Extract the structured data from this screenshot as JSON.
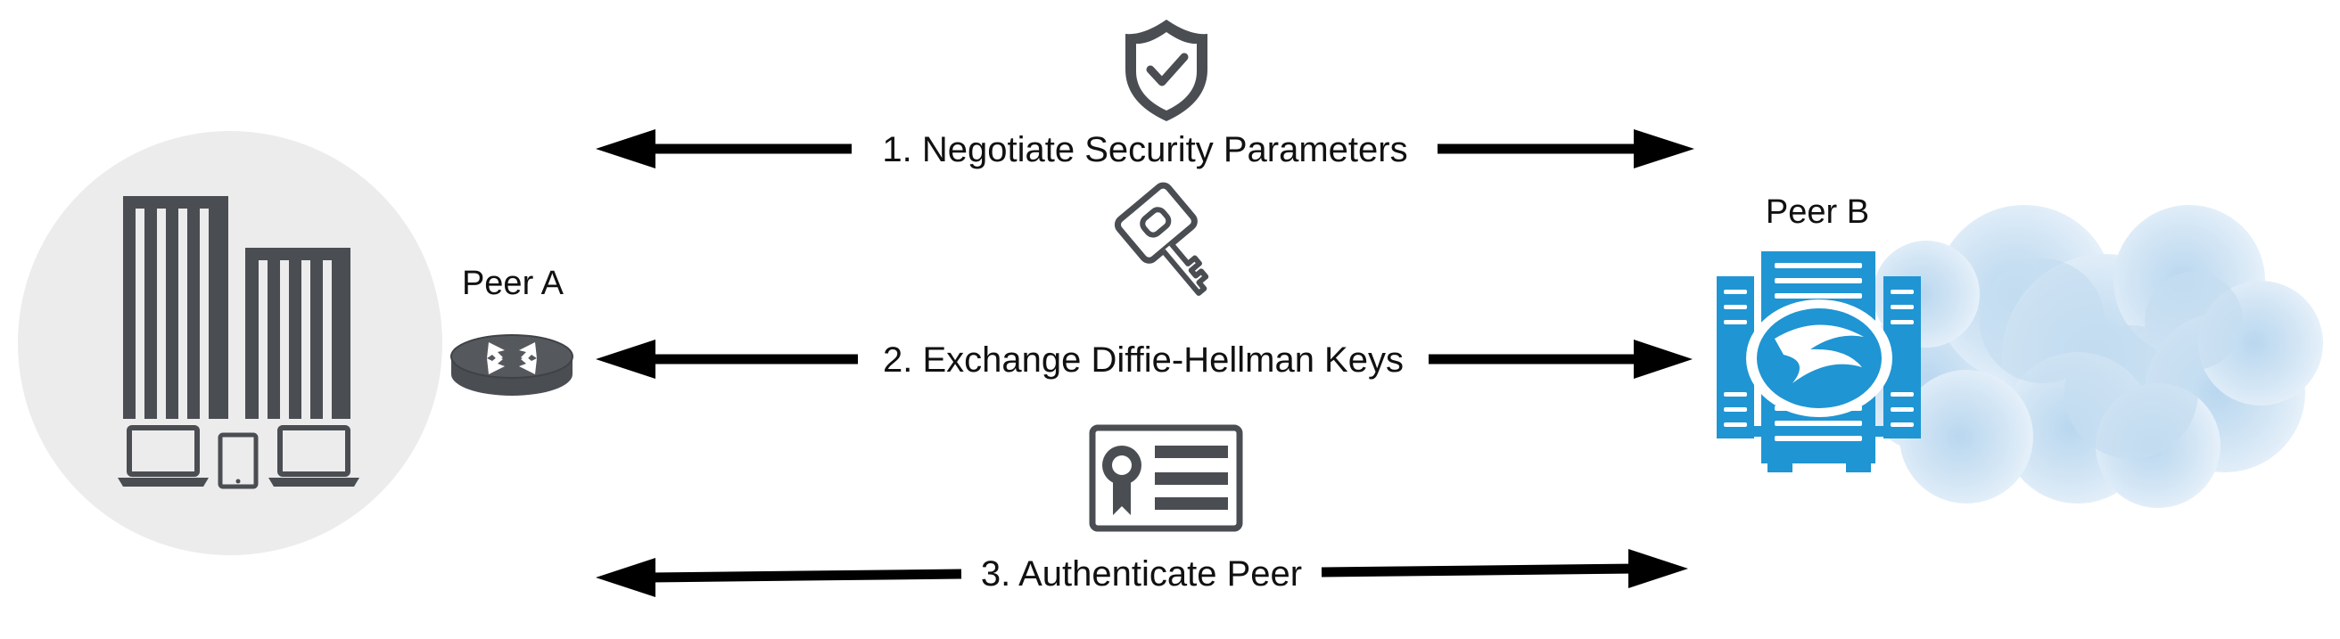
{
  "peers": {
    "a": {
      "label": "Peer A"
    },
    "b": {
      "label": "Peer B"
    }
  },
  "steps": [
    {
      "label": "1. Negotiate Security Parameters",
      "icon": "shield-check-icon"
    },
    {
      "label": "2. Exchange Diffie-Hellman Keys",
      "icon": "key-icon"
    },
    {
      "label": "3. Authenticate Peer",
      "icon": "certificate-icon"
    }
  ],
  "icons": {
    "site": "office-buildings-devices-icon",
    "router": "router-icon",
    "cloud": "cloud-server-icon"
  },
  "colors": {
    "icon_dark": "#4a4d52",
    "circle_bg": "#ececec",
    "server_blue": "#1f95d3",
    "cloud_light": "#cfe3f3",
    "arrow": "#000000"
  }
}
